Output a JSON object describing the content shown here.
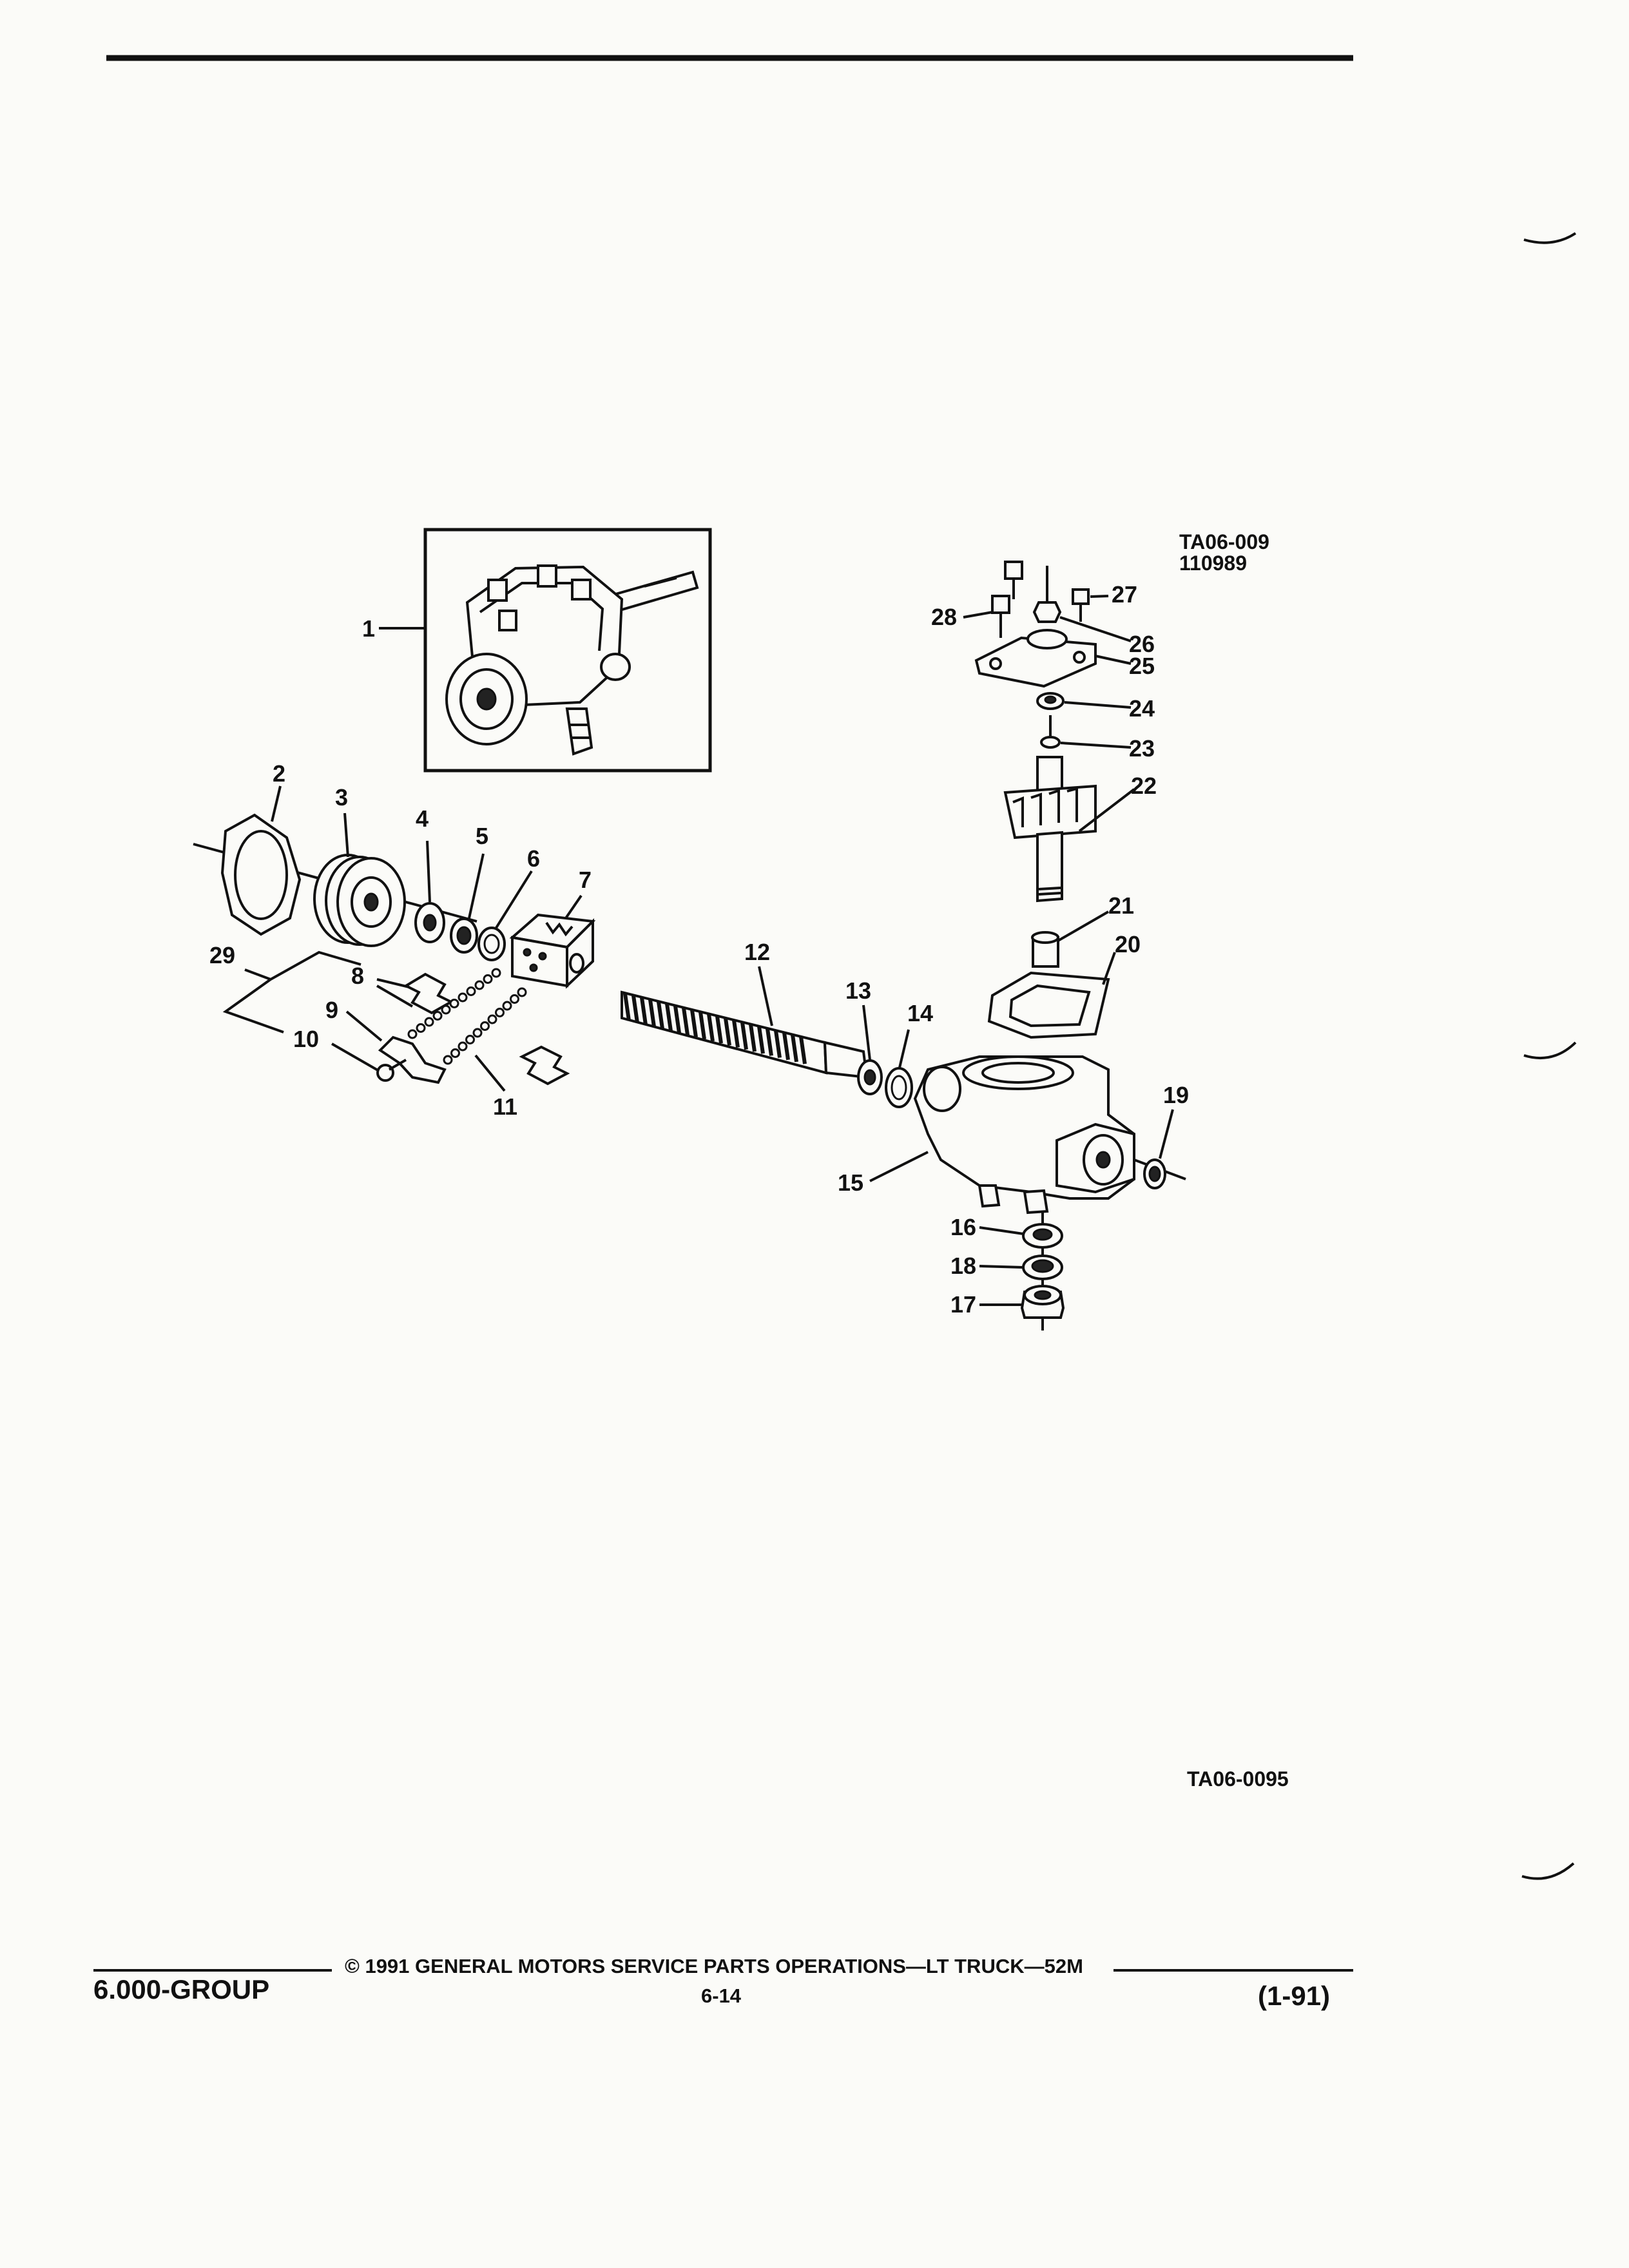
{
  "figure": {
    "ref_codes": [
      "TA06-009",
      "110989"
    ],
    "figure_code": "TA06-0095"
  },
  "callouts": [
    "1",
    "2",
    "3",
    "4",
    "5",
    "6",
    "7",
    "8",
    "9",
    "10",
    "11",
    "12",
    "13",
    "14",
    "15",
    "16",
    "17",
    "18",
    "19",
    "20",
    "21",
    "22",
    "23",
    "24",
    "25",
    "26",
    "27",
    "28",
    "29"
  ],
  "footer": {
    "group": "6.000-GROUP",
    "copyright": "© 1991 GENERAL MOTORS SERVICE PARTS OPERATIONS—LT TRUCK—52M",
    "page_number": "6-14",
    "date_code": "(1-91)"
  }
}
